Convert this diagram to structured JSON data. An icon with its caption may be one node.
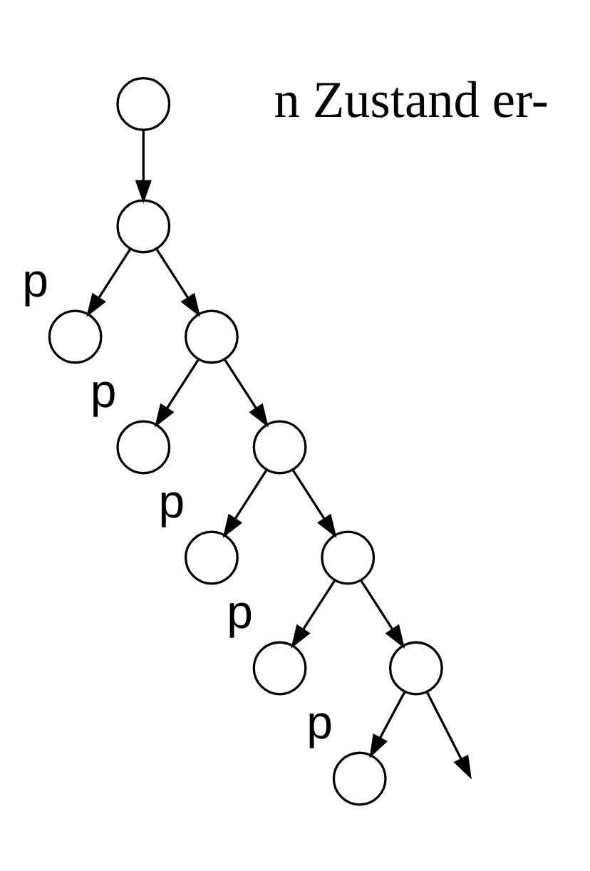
{
  "diagram": {
    "nodes": [
      {
        "text": [],
        "shape": "circle"
      },
      {
        "text": [],
        "shape": "circle"
      },
      {
        "text": [],
        "shape": "circle",
        "beside": [
          "p"
        ]
      },
      {
        "text": [],
        "shape": "circle"
      },
      {
        "text": [],
        "shape": "circle",
        "beside": [
          "p"
        ]
      },
      {
        "text": [],
        "shape": "circle"
      },
      {
        "text": [],
        "shape": "circle",
        "beside": [
          "p"
        ]
      },
      {
        "text": [],
        "shape": "circle"
      },
      {
        "text": [],
        "shape": "circle",
        "beside": [
          "p"
        ]
      },
      {
        "text": [],
        "shape": "circle"
      },
      {
        "text": [],
        "shape": "circle",
        "beside": [
          "p"
        ]
      }
    ],
    "edges": [
      {
        "from": 0,
        "to": 1,
        "arrow": "to"
      },
      {
        "from": 1,
        "to": 2,
        "arrow": "to"
      },
      {
        "from": 1,
        "to": 3,
        "arrow": "to"
      },
      {
        "from": 3,
        "to": 4,
        "arrow": "to"
      },
      {
        "from": 3,
        "to": 5,
        "arrow": "to"
      },
      {
        "from": 5,
        "to": 6,
        "arrow": "to"
      },
      {
        "from": 5,
        "to": 7,
        "arrow": "to"
      },
      {
        "from": 7,
        "to": 8,
        "arrow": "to"
      },
      {
        "from": 7,
        "to": 9,
        "arrow": "to"
      },
      {
        "from": 9,
        "to": 10,
        "arrow": "to"
      },
      {
        "from": 9,
        "to": null,
        "arrow": "to"
      }
    ],
    "labels": [
      "n Zustand er-"
    ]
  }
}
